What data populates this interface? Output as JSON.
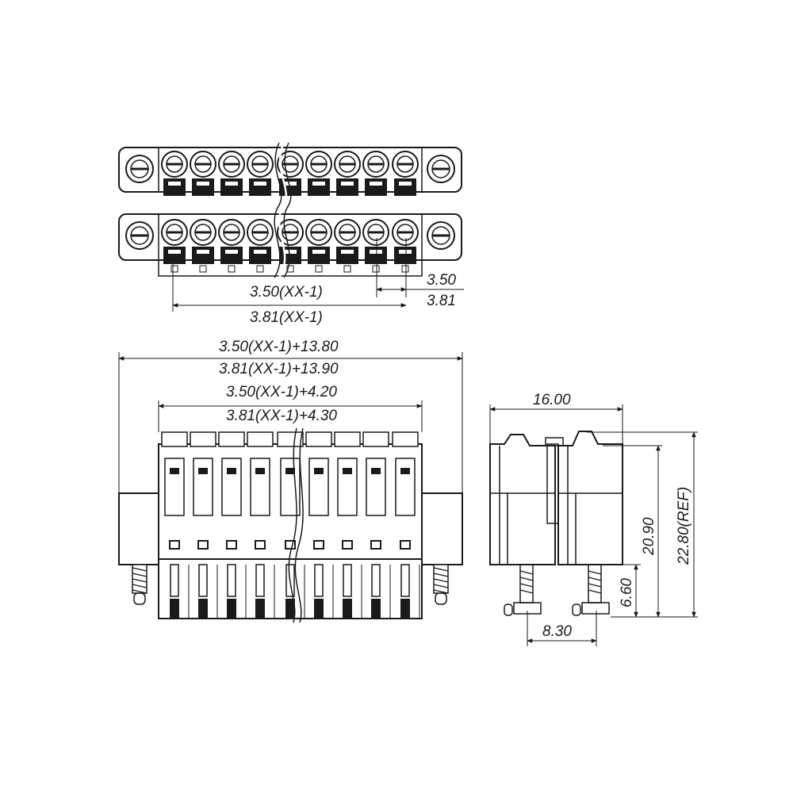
{
  "colors": {
    "ink": "#1a1a1a",
    "background": "#ffffff"
  },
  "top_view": {
    "label_pitch_350_total": "3.50(XX-1)",
    "label_pitch_381_total": "3.81(XX-1)",
    "label_pitch_350": "3.50",
    "label_pitch_381": "3.81"
  },
  "front_view": {
    "label_overall_350": "3.50(XX-1)+13.80",
    "label_overall_381": "3.81(XX-1)+13.90",
    "label_inner_350": "3.50(XX-1)+4.20",
    "label_inner_381": "3.81(XX-1)+4.30"
  },
  "side_view": {
    "label_width": "16.00",
    "label_height": "20.90",
    "label_height_ref": "22.80(REF)",
    "label_pin": "6.60",
    "label_spacing": "8.30"
  }
}
